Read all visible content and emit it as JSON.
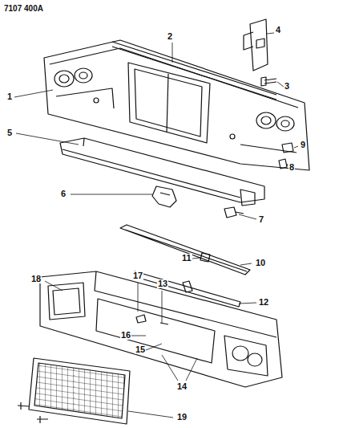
{
  "diagram": {
    "labels": [
      "7107 400A",
      "1",
      "2",
      "3",
      "4",
      "5",
      "6",
      "7",
      "8",
      "9",
      "10",
      "11",
      "12",
      "13",
      "14",
      "15",
      "16",
      "17",
      "18",
      "19"
    ]
  }
}
